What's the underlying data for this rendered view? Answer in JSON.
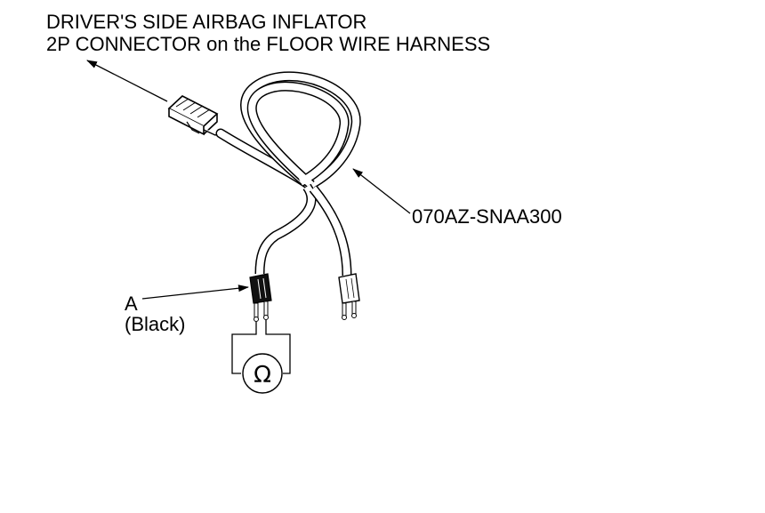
{
  "labels": {
    "title_line1": "DRIVER'S SIDE AIRBAG INFLATOR",
    "title_line2": "2P CONNECTOR on the FLOOR WIRE HARNESS",
    "part_number": "070AZ-SNAA300",
    "terminal_a": "A",
    "terminal_a_color": "(Black)",
    "ohmmeter_symbol": "Ω"
  },
  "colors": {
    "line": "#000000",
    "background": "#ffffff",
    "terminal_a": "#111111"
  }
}
